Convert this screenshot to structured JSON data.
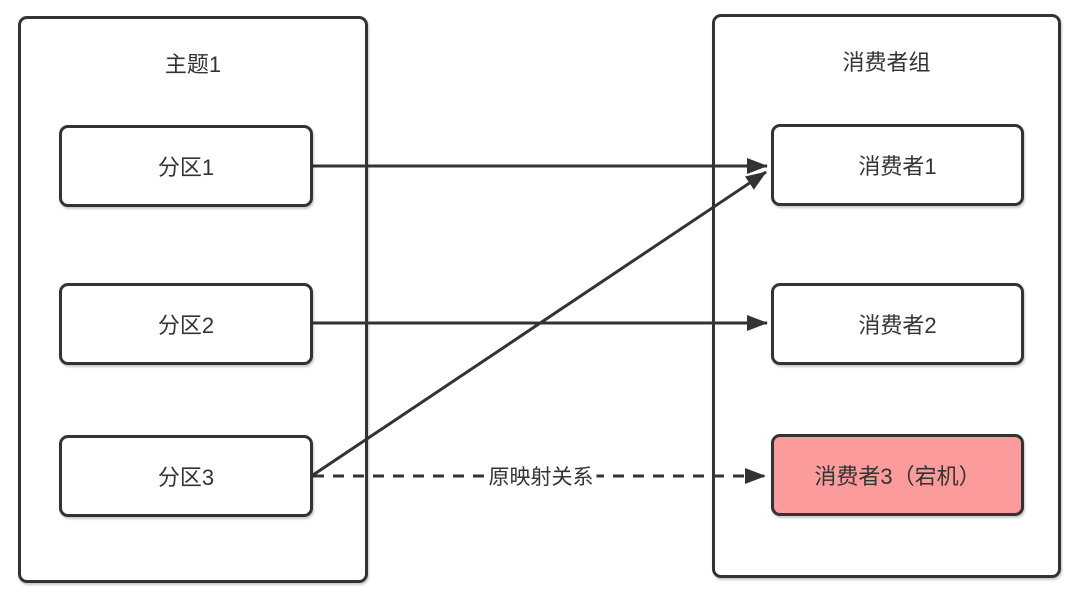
{
  "diagram": {
    "topic_group": {
      "title": "主题1",
      "partitions": [
        {
          "id": "partition-1",
          "label": "分区1"
        },
        {
          "id": "partition-2",
          "label": "分区2"
        },
        {
          "id": "partition-3",
          "label": "分区3"
        }
      ]
    },
    "consumer_group": {
      "title": "消费者组",
      "consumers": [
        {
          "id": "consumer-1",
          "label": "消费者1",
          "status": "normal"
        },
        {
          "id": "consumer-2",
          "label": "消费者2",
          "status": "normal"
        },
        {
          "id": "consumer-3",
          "label": "消费者3（宕机）",
          "status": "down"
        }
      ]
    },
    "edges": [
      {
        "from": "分区1",
        "to": "消费者1",
        "style": "solid"
      },
      {
        "from": "分区2",
        "to": "消费者2",
        "style": "solid"
      },
      {
        "from": "分区3",
        "to": "消费者1",
        "style": "solid"
      },
      {
        "from": "分区3",
        "to": "消费者3（宕机）",
        "style": "dashed",
        "label": "原映射关系"
      }
    ],
    "colors": {
      "line": "#333333",
      "border": "#333333",
      "text": "#333333",
      "down_node_fill": "#FC9B9B",
      "background": "#FFFFFF"
    }
  }
}
